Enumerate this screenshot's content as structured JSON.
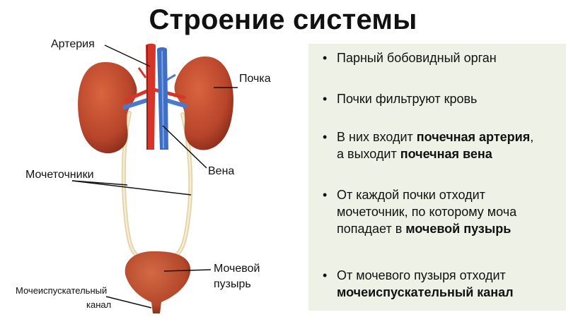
{
  "title": "Строение системы",
  "labels": {
    "artery": "Артерия",
    "kidney": "Почка",
    "vein": "Вена",
    "ureters": "Мочеточники",
    "bladder_line1": "Мочевой",
    "bladder_line2": "пузырь",
    "urethra_line1": "Мочеиспускательный",
    "urethra_line2": "канал"
  },
  "facts": [
    {
      "text": "Парный бобовидный орган"
    },
    {
      "text": "Почки фильтруют кровь"
    },
    {
      "pre": "В них входит ",
      "bold1": "почечная артерия",
      "mid": ",",
      "line2": "а выходит ",
      "bold2": "почечная вена"
    },
    {
      "l1": "От каждой почки отходит",
      "l2": "мочеточник, по которому моча",
      "l3pre": "попадает в ",
      "bold": "мочевой пузырь"
    },
    {
      "l1": "От мочевого пузыря отходит",
      "bold": "мочеиспускательный канал"
    }
  ],
  "colors": {
    "kidney": "#b8452b",
    "artery": "#d8352a",
    "vein": "#3f6fc4",
    "ureter": "#e9dcb8",
    "bladder": "#b3472a",
    "panel": "#eef1e6"
  }
}
